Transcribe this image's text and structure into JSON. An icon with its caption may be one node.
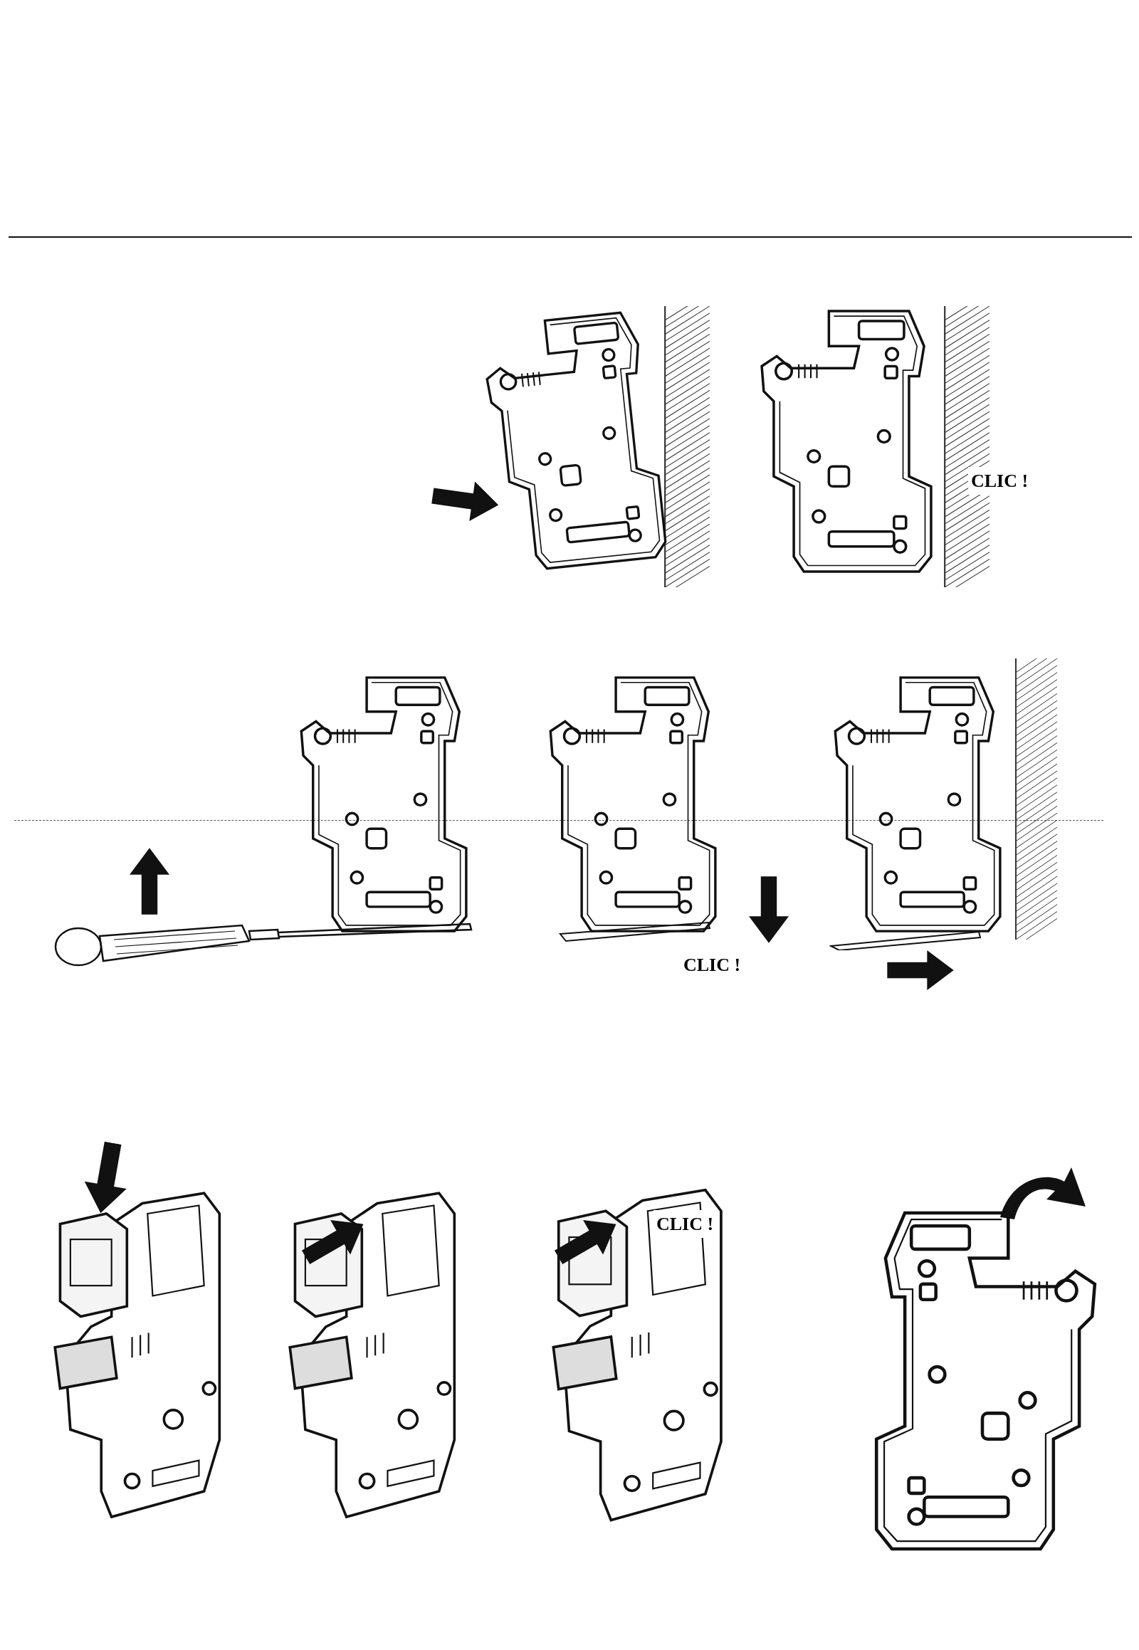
{
  "diagram": {
    "labels": [
      "CLIC !",
      "CLIC !",
      "CLIC !"
    ]
  }
}
